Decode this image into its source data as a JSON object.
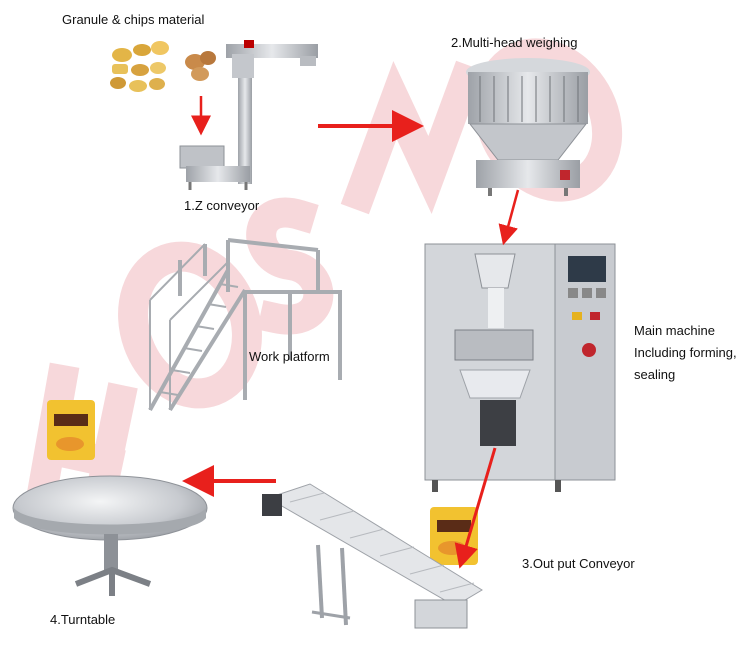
{
  "labels": {
    "material": "Granule & chips material",
    "z_conveyor": "1.Z conveyor",
    "multihead": "2.Multi-head  weighing",
    "work_platform": "Work platform",
    "main_machine": [
      "Main machine",
      "Including forming,",
      "sealing"
    ],
    "output_conveyor": "3.Out put Conveyor",
    "turntable": "4.Turntable"
  },
  "watermark": "HOSNO",
  "colors": {
    "arrow": "#e8201c",
    "steel": "#c9ccd1",
    "steel_dark": "#8d9197",
    "snack": "#e8c15a",
    "bag": "#f2c230",
    "watermark": "#f2c3c6"
  }
}
